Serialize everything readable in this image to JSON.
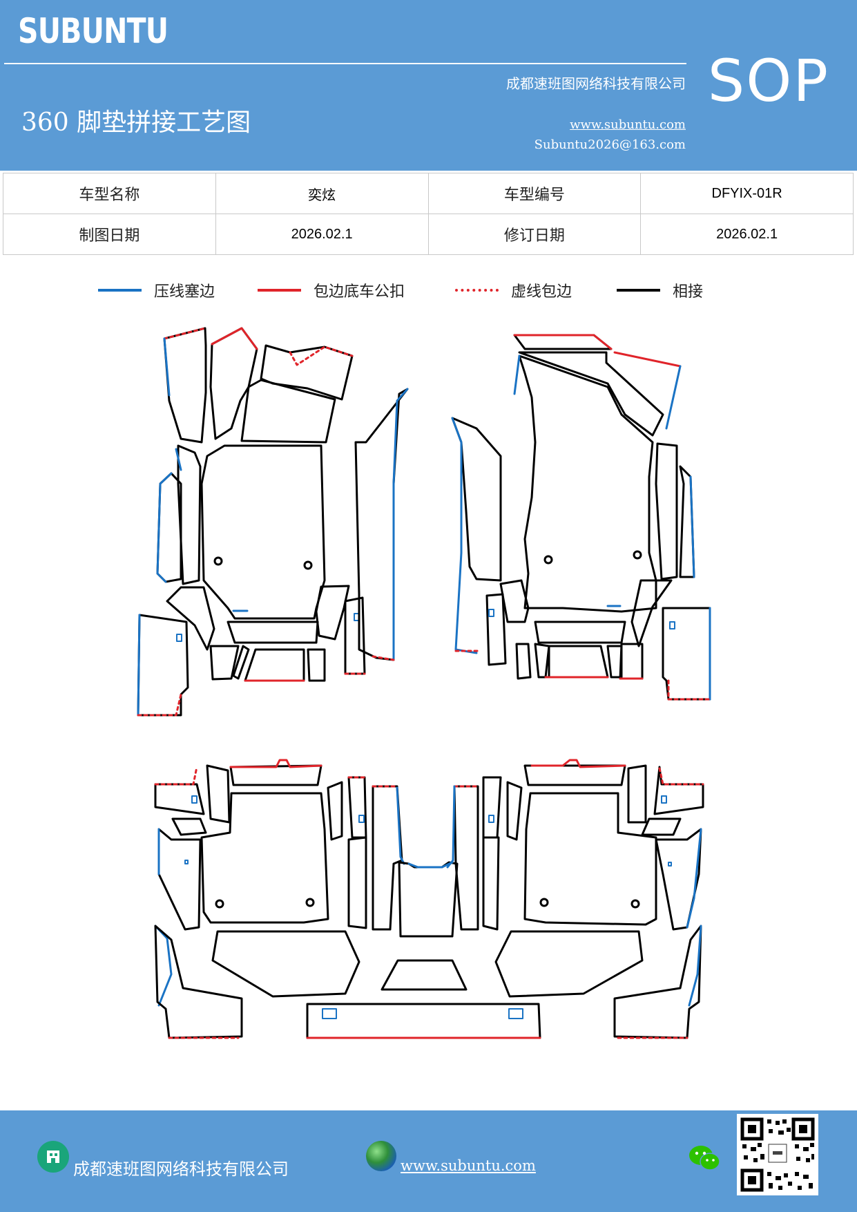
{
  "header": {
    "brand": "SUBUNTU",
    "badge": "SOP",
    "company": "成都速班图网络科技有限公司",
    "title": "360 脚垫拼接工艺图",
    "url": "www.subuntu.com",
    "email": "Subuntu2026@163.com"
  },
  "info_table": {
    "rows": [
      [
        "车型名称",
        "奕炫",
        "车型编号",
        "DFYIX-01R"
      ],
      [
        "制图日期",
        "2026.02.1",
        "修订日期",
        "2026.02.1"
      ]
    ]
  },
  "legend": [
    {
      "label": "压线塞边",
      "color": "#1a73c4",
      "style": "solid"
    },
    {
      "label": "包边底车公扣",
      "color": "#e0242a",
      "style": "solid"
    },
    {
      "label": "虚线包边",
      "color": "#e0242a",
      "style": "dotted"
    },
    {
      "label": "相接",
      "color": "#000000",
      "style": "solid"
    }
  ],
  "footer": {
    "company": "成都速班图网络科技有限公司",
    "url": "www.subuntu.com",
    "building_icon": "building-icon",
    "globe_icon": "globe-icon",
    "wechat_icon": "wechat-icon",
    "qr_icon": "qr-code"
  },
  "colors": {
    "brand_blue": "#5b9bd5",
    "press_blue": "#1a73c4",
    "wrap_red": "#e0242a"
  }
}
